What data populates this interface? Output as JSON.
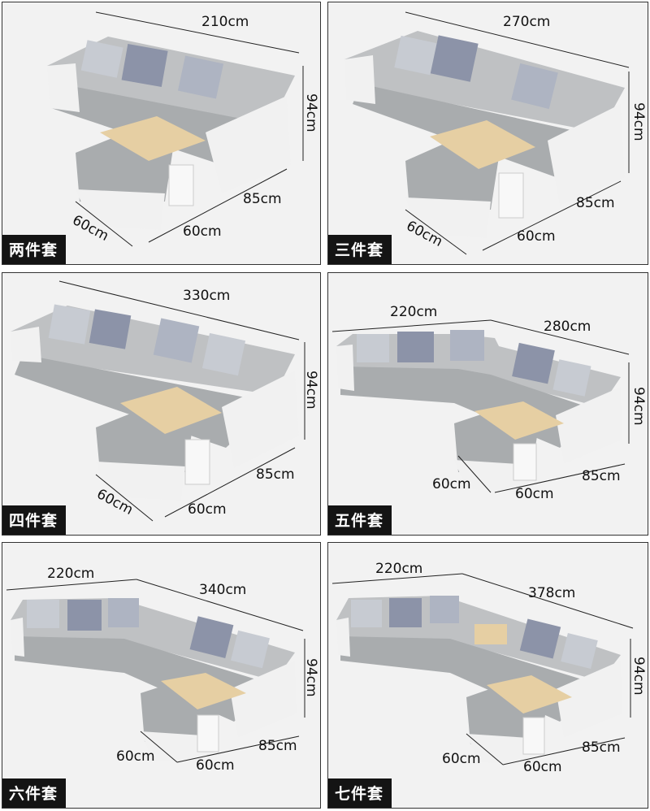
{
  "panels": [
    {
      "label": "两件套",
      "dims": {
        "width": "210cm",
        "height": "94cm",
        "depth": "85cm",
        "ottoman_w": "60cm",
        "ottoman_d": "60cm"
      }
    },
    {
      "label": "三件套",
      "dims": {
        "width": "270cm",
        "height": "94cm",
        "depth": "85cm",
        "ottoman_w": "60cm",
        "ottoman_d": "60cm"
      }
    },
    {
      "label": "四件套",
      "dims": {
        "width": "330cm",
        "height": "94cm",
        "depth": "85cm",
        "ottoman_w": "60cm",
        "ottoman_d": "60cm"
      }
    },
    {
      "label": "五件套",
      "dims": {
        "corner": "220cm",
        "width": "280cm",
        "height": "94cm",
        "depth": "85cm",
        "ottoman_w": "60cm",
        "ottoman_d": "60cm"
      }
    },
    {
      "label": "六件套",
      "dims": {
        "corner": "220cm",
        "width": "340cm",
        "height": "94cm",
        "depth": "85cm",
        "ottoman_w": "60cm",
        "ottoman_d": "60cm"
      }
    },
    {
      "label": "七件套",
      "dims": {
        "corner": "220cm",
        "width": "378cm",
        "height": "94cm",
        "depth": "85cm",
        "ottoman_w": "60cm",
        "ottoman_d": "60cm"
      }
    }
  ],
  "colors": {
    "fabric": "#a9acae",
    "leather": "#f1f1f1",
    "table": "#e6cfa3",
    "label_bg": "#141414"
  }
}
